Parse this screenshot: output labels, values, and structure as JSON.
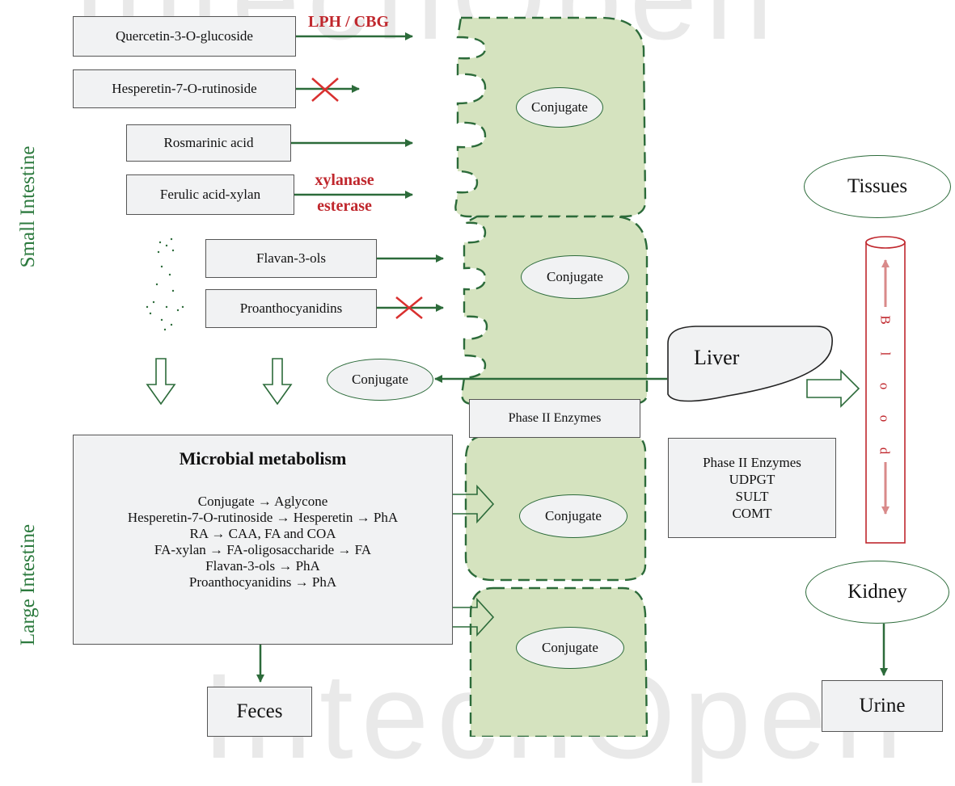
{
  "substrates": {
    "quercetin": "Quercetin-3-O-glucoside",
    "hesperetin": "Hesperetin-7-O-rutinoside",
    "rosmarinic": "Rosmarinic acid",
    "ferulic": "Ferulic acid-xylan",
    "flavan": "Flavan-3-ols",
    "proantho": "Proanthocyanidins"
  },
  "enzymes": {
    "lph": "LPH / CBG",
    "xylanase": "xylanase",
    "esterase": "esterase"
  },
  "conjugates": [
    "Conjugate",
    "Conjugate",
    "Conjugate",
    "Conjugate",
    "Conjugate"
  ],
  "phase2_label": "Phase II Enzymes",
  "phase2_list": [
    "Phase II Enzymes",
    "UDPGT",
    "SULT",
    "COMT"
  ],
  "liver": "Liver",
  "tissues": "Tissues",
  "kidney": "Kidney",
  "urine": "Urine",
  "feces": "Feces",
  "blood_letters": [
    "B",
    "l",
    "o",
    "o",
    "d"
  ],
  "side_labels": {
    "small": "Small Intestine",
    "large": "Large Intestine"
  },
  "microbial": {
    "title": "Microbial metabolism",
    "lines": [
      "Conjugate → Aglycone",
      "Hesperetin-7-O-rutinoside → Hesperetin  → PhA",
      "RA → CAA, FA and COA",
      "FA-xylan → FA-oligosaccharide → FA",
      "Flavan-3-ols → PhA",
      "Proanthocyanidins → PhA"
    ]
  },
  "colors": {
    "green": "#2c6b3a",
    "cell_fill": "#d5e3bf",
    "red": "#c0272d"
  }
}
